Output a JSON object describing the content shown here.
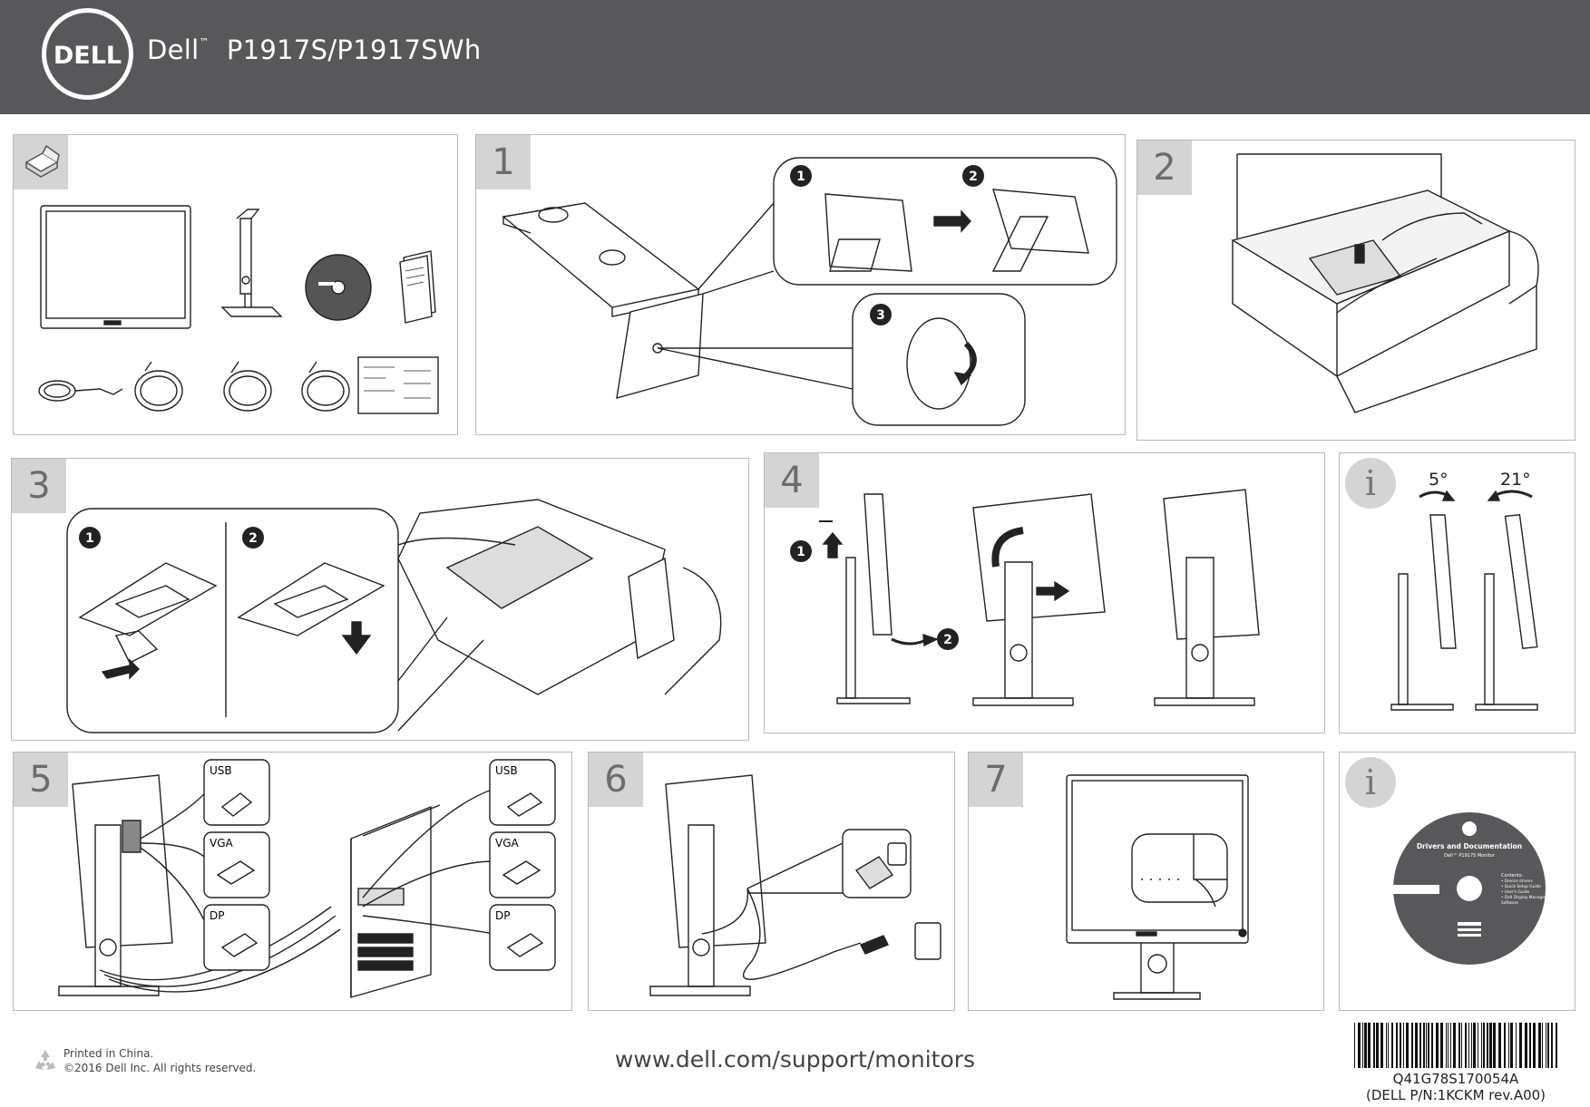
{
  "header": {
    "brand": "DELL",
    "product_prefix": "Dell",
    "trademark": "™",
    "model": "P1917S/P1917SWh"
  },
  "steps": {
    "s1": "1",
    "s2": "2",
    "s3": "3",
    "s4": "4",
    "s5": "5",
    "s6": "6",
    "s7": "7"
  },
  "callouts": {
    "c1": "1",
    "c2": "2",
    "c3": "3"
  },
  "info": {
    "icon": "i"
  },
  "tilt": {
    "forward": "5°",
    "back": "21°"
  },
  "ports": {
    "usb": "USB",
    "vga": "VGA",
    "dp": "DP"
  },
  "disc": {
    "title": "Drivers and Documentation",
    "subtitle": "Dell™ P1917S Monitor",
    "contents_title": "Contents:",
    "contents": [
      "• Device drivers",
      "• Quick Setup Guide",
      "• User's Guide",
      "• Dell Display Manager",
      "  Software"
    ],
    "small_label": "Drivers and Documentation"
  },
  "footer": {
    "printed": "Printed in China.",
    "copyright": "©2016 Dell Inc. All rights reserved.",
    "url": "www.dell.com/support/monitors",
    "barcode_number": "Q41G78S170054A",
    "part_number": "(DELL P/N:1KCKM rev.A00)"
  },
  "colors": {
    "header_bg": "#58585a",
    "badge_bg": "#d4d4d4",
    "line": "#222222"
  }
}
